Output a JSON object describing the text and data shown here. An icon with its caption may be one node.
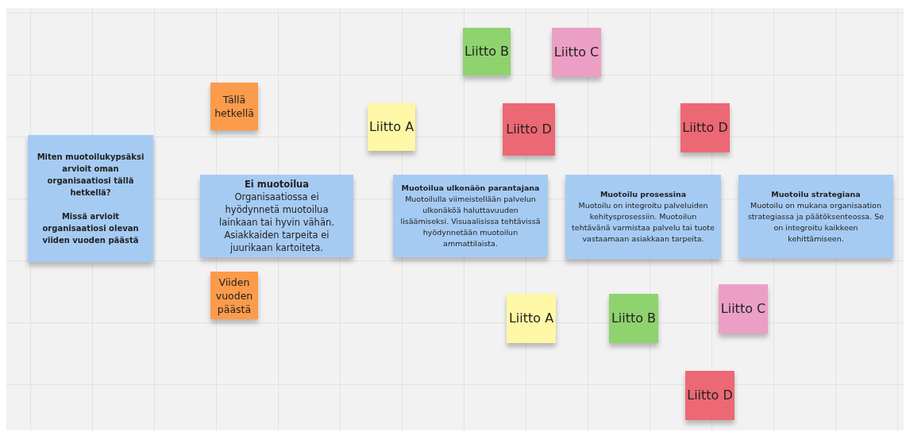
{
  "diagram": {
    "nodes": [
      {
        "text": [
          "Liitto B"
        ]
      },
      {
        "text": [
          "Liitto C"
        ]
      },
      {
        "text": [
          "Tällä hetkellä"
        ]
      },
      {
        "text": [
          "Liitto A"
        ]
      },
      {
        "text": [
          "Liitto D"
        ]
      },
      {
        "text": [
          "Liitto D"
        ]
      },
      {
        "text": [
          "Miten muotoilukypsäksi arvioit oman organisaatiosi tällä hetkellä?",
          "Missä arvioit organisaatiosi olevan viiden vuoden päästä"
        ]
      },
      {
        "text": [
          "Ei muotoilua",
          "Organisaatiossa ei hyödynnetä muotoilua lainkaan tai hyvin vähän. Asiakkaiden tarpeita ei juurikaan kartoiteta."
        ]
      },
      {
        "text": [
          "Muotoilua ulkonäön parantajana",
          "Muotoilulla viimeistellään palvelun ulkonäköä haluttavuuden lisäämiseksi. Visuaalisissa tehtävissä hyödynnetään muotoilun ammattilaista."
        ]
      },
      {
        "text": [
          "Muotoilu prosessina",
          "Muotoilu on integroitu palveluiden kehitysprosessiin. Muotoilun tehtävänä varmistaa palvelu tai tuote vastaamaan asiakkaan tarpeita."
        ]
      },
      {
        "text": [
          "Muotoilu strategiana",
          "Muotoilu on mukana organisaation strategiassa ja päätöksenteossa. Se on integroitu kaikkeen kehittämiseen."
        ]
      },
      {
        "text": [
          "Viiden vuoden päästä"
        ]
      },
      {
        "text": [
          "Liitto C"
        ]
      },
      {
        "text": [
          "Liitto A"
        ]
      },
      {
        "text": [
          "Liitto B"
        ]
      },
      {
        "text": [
          "Liitto D"
        ]
      }
    ]
  }
}
